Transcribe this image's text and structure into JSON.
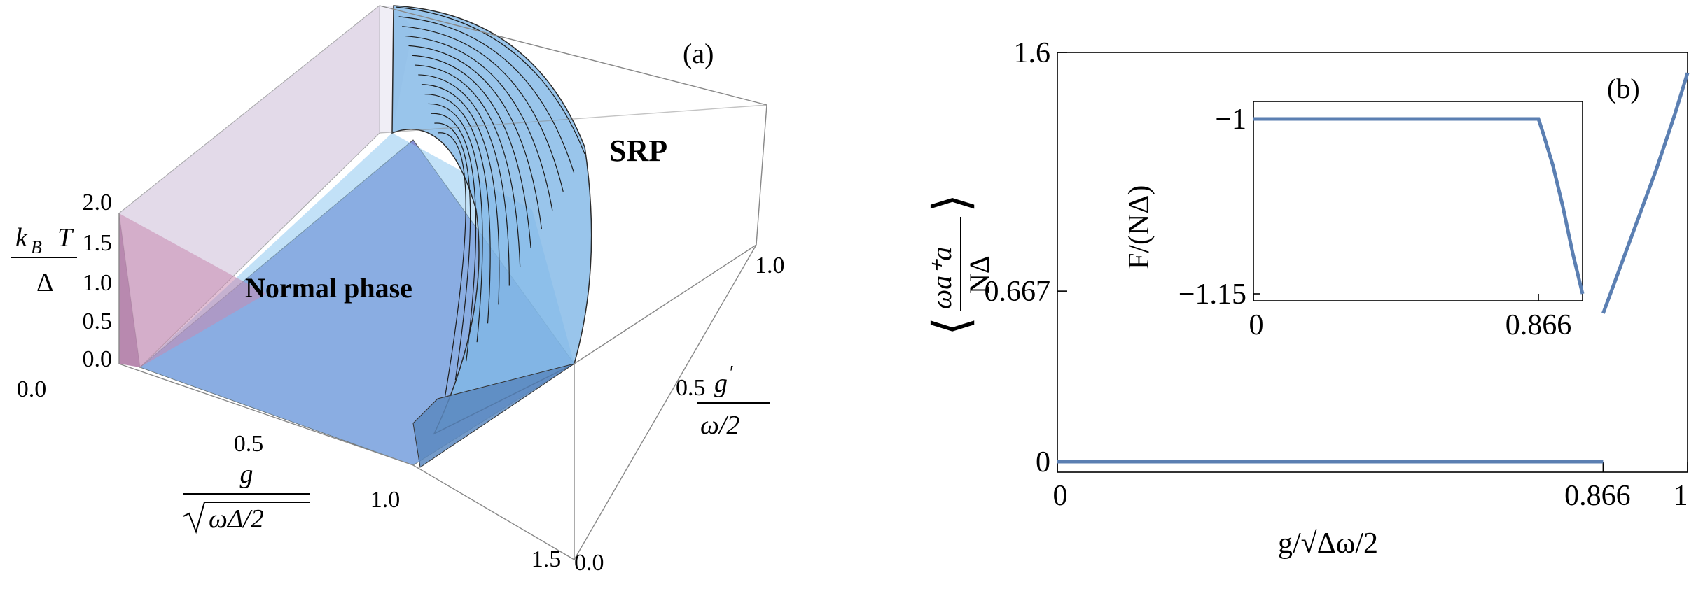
{
  "panel_a": {
    "label": "(a)",
    "srp_label": "SRP",
    "normal_label": "Normal phase",
    "z_ticks": [
      "2.0",
      "1.5",
      "1.0",
      "0.5",
      "0.0"
    ],
    "x_ticks": [
      "0.0",
      "0.5",
      "1.0",
      "1.5"
    ],
    "y_ticks": [
      "0.0",
      "0.5",
      "1.0"
    ],
    "z_label_num": "k",
    "z_label_sub": "B",
    "z_label_T": "T",
    "z_label_den": "Δ",
    "x_label_num": "g",
    "x_label_den": "ωΔ/2",
    "y_label_num": "g",
    "y_label_prime": "′",
    "y_label_den": "ω/2"
  },
  "colors": {
    "line": "#5b7fb2",
    "surface": "#7fb6e6",
    "surface_dark": "#6f78c8",
    "wall": "#c9a6c8"
  },
  "chart_data": [
    {
      "type": "area",
      "panel": "(a)",
      "xlabel": "g/√(ωΔ/2)",
      "ylabel": "g′/(ω/2)",
      "zlabel": "k_B T/Δ",
      "xlim": [
        0,
        1.5
      ],
      "ylim": [
        0,
        1.0
      ],
      "zlim": [
        0,
        2.0
      ],
      "regions": [
        "Normal phase",
        "SRP"
      ]
    },
    {
      "type": "line",
      "panel": "(b)",
      "label": "(b)",
      "xlabel": "g/√Δω/2",
      "ylabel_num": "ωa⁺a",
      "ylabel_den": "NΔ",
      "x_ticks": [
        "0",
        "0.866",
        "1"
      ],
      "y_ticks": [
        "0",
        "0.667",
        "1.6"
      ],
      "xlim": [
        0,
        1
      ],
      "ylim": [
        0,
        1.6
      ],
      "series": [
        {
          "x": [
            0,
            0.866
          ],
          "y": [
            0,
            0
          ]
        },
        {
          "x": [
            0.866,
            0.89,
            0.92,
            0.95,
            0.98,
            1.0
          ],
          "y": [
            0.58,
            0.74,
            0.94,
            1.14,
            1.36,
            1.52
          ]
        }
      ],
      "inset": {
        "ylabel": "F/(NΔ)",
        "x_ticks": [
          "0",
          "0.866"
        ],
        "y_ticks": [
          "−1",
          "−1.15"
        ],
        "xlim": [
          0,
          1
        ],
        "ylim": [
          -1.15,
          -0.985
        ],
        "series": [
          {
            "x": [
              0,
              0.866,
              0.88,
              0.91,
              0.94,
              0.97,
              1.0
            ],
            "y": [
              -1,
              -1,
              -1.012,
              -1.04,
              -1.075,
              -1.115,
              -1.15
            ]
          }
        ]
      }
    }
  ]
}
